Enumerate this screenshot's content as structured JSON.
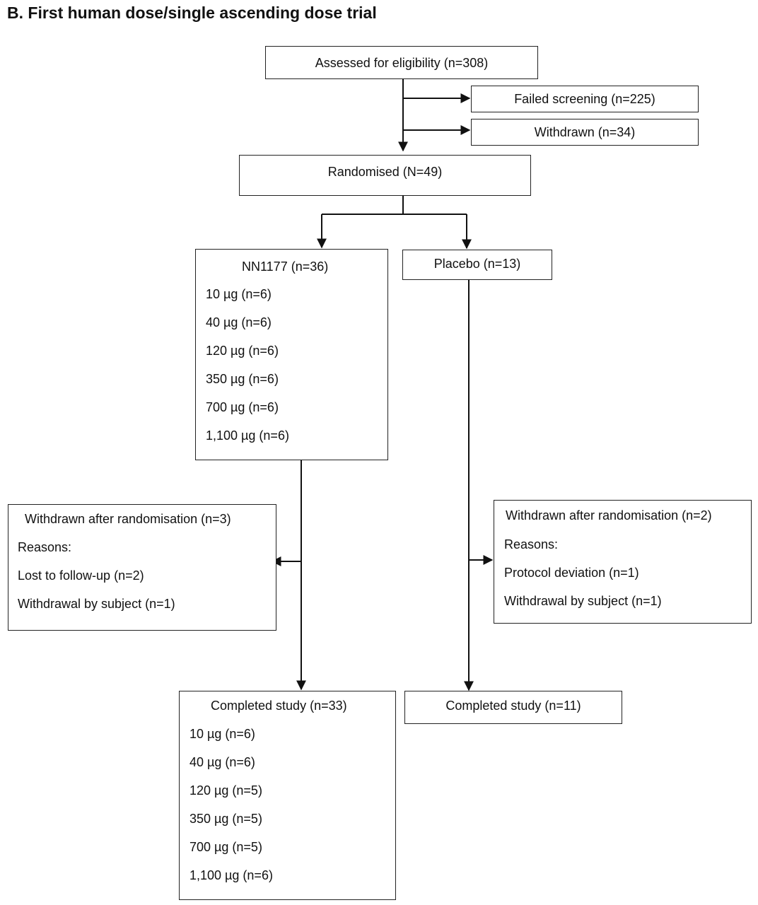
{
  "title": "B. First human dose/single ascending dose trial",
  "assessed": "Assessed for eligibility (n=308)",
  "failed_screening": "Failed screening (n=225)",
  "withdrawn_pre": "Withdrawn (n=34)",
  "randomised": "Randomised (N=49)",
  "nn1177": {
    "header": "NN1177 (n=36)",
    "doses": [
      "10 µg (n=6)",
      "40 µg (n=6)",
      "120 µg (n=6)",
      "350 µg (n=6)",
      "700 µg (n=6)",
      "1,100 µg (n=6)"
    ]
  },
  "placebo": "Placebo (n=13)",
  "withdrawn_nn1177": {
    "header": "Withdrawn after randomisation (n=3)",
    "reasons_label": "Reasons:",
    "reasons": [
      "Lost to follow-up (n=2)",
      "Withdrawal by subject (n=1)"
    ]
  },
  "withdrawn_placebo": {
    "header": "Withdrawn after randomisation (n=2)",
    "reasons_label": "Reasons:",
    "reasons": [
      "Protocol deviation (n=1)",
      "Withdrawal by subject (n=1)"
    ]
  },
  "completed_nn1177": {
    "header": "Completed study (n=33)",
    "doses": [
      "10 µg (n=6)",
      "40 µg (n=6)",
      "120 µg (n=5)",
      "350 µg (n=5)",
      "700 µg (n=5)",
      "1,100 µg (n=6)"
    ]
  },
  "completed_placebo": "Completed study (n=11)",
  "colors": {
    "line": "#111111",
    "border": "#222222"
  }
}
